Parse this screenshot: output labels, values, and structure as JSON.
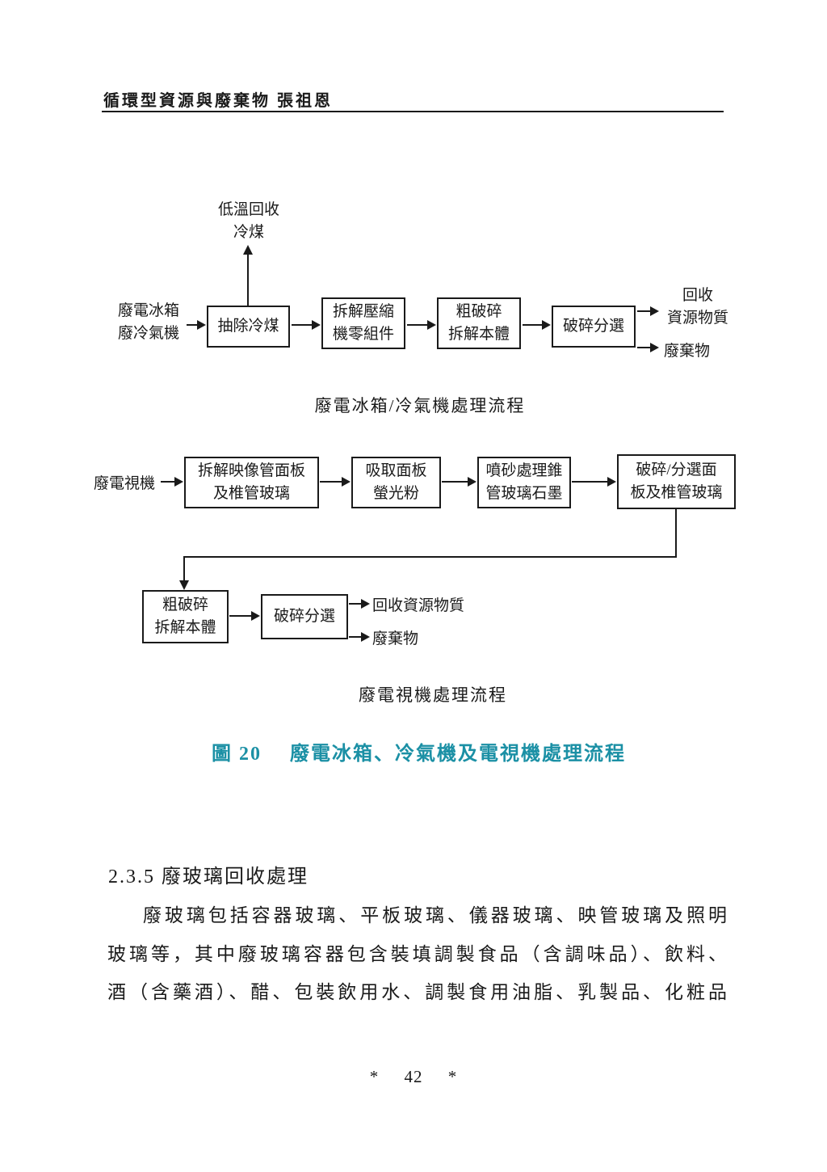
{
  "header": {
    "title": "循環型資源與廢棄物 張祖恩"
  },
  "fig1": {
    "top_output": "低溫回收\n冷煤",
    "input": "廢電冰箱\n廢冷氣機",
    "boxes": {
      "b1": "抽除冷煤",
      "b2": "拆解壓縮\n機零組件",
      "b3": "粗破碎\n拆解本體",
      "b4": "破碎分選"
    },
    "outputs": {
      "recycle": "回收\n資源物質",
      "waste": "廢棄物"
    },
    "caption": "廢電冰箱/冷氣機處理流程"
  },
  "fig2": {
    "input": "廢電視機",
    "boxes": {
      "b1": "拆解映像管面板\n及椎管玻璃",
      "b2": "吸取面板\n螢光粉",
      "b3": "噴砂處理錐\n管玻璃石墨",
      "b4": "破碎/分選面\n板及椎管玻璃",
      "b5": "粗破碎\n拆解本體",
      "b6": "破碎分選"
    },
    "outputs": {
      "recycle": "回收資源物質",
      "waste": "廢棄物"
    },
    "caption": "廢電視機處理流程"
  },
  "figure": {
    "label": "圖 20",
    "title": "廢電冰箱、冷氣機及電視機處理流程",
    "accent_color": "#1b90a5"
  },
  "section": {
    "heading": "2.3.5 廢玻璃回收處理",
    "lines": [
      "廢玻璃包括容器玻璃、平板玻璃、儀器玻璃、映管玻璃及照明",
      "玻璃等，其中廢玻璃容器包含裝填調製食品（含調味品）、飲料、",
      "酒（含藥酒）、醋、包裝飲用水、調製食用油脂、乳製品、化粧品"
    ]
  },
  "footer": {
    "page_number": "*     42     *"
  }
}
